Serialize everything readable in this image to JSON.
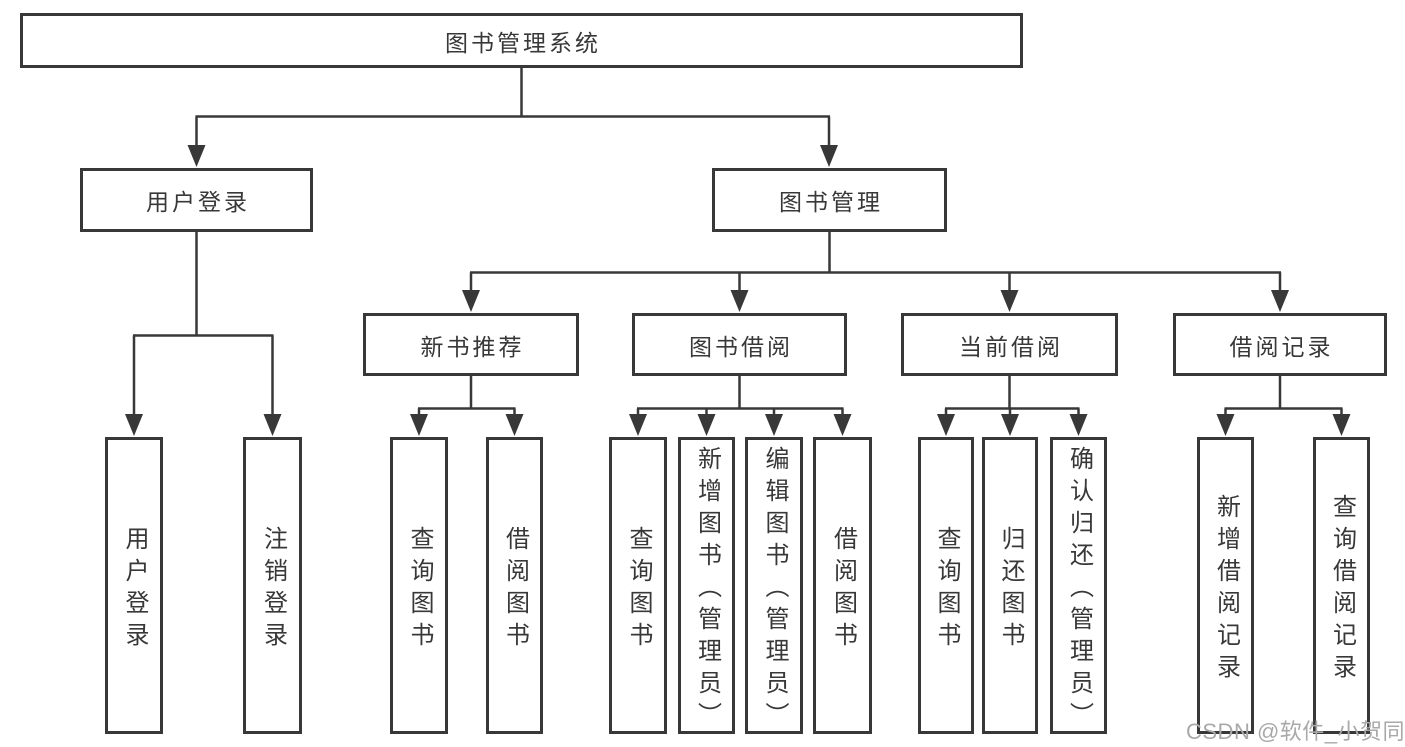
{
  "diagram": {
    "type": "tree-diagram",
    "root": {
      "label": "图书管理系统"
    },
    "level2": [
      {
        "label": "用户登录",
        "parent": "图书管理系统"
      },
      {
        "label": "图书管理",
        "parent": "图书管理系统"
      }
    ],
    "level3": [
      {
        "label": "新书推荐",
        "parent": "图书管理"
      },
      {
        "label": "图书借阅",
        "parent": "图书管理"
      },
      {
        "label": "当前借阅",
        "parent": "图书管理"
      },
      {
        "label": "借阅记录",
        "parent": "图书管理"
      }
    ],
    "leaves": [
      {
        "label": "用户登录",
        "parent": "用户登录"
      },
      {
        "label": "注销登录",
        "parent": "用户登录"
      },
      {
        "label": "查询图书",
        "parent": "新书推荐"
      },
      {
        "label": "借阅图书",
        "parent": "新书推荐"
      },
      {
        "label": "查询图书",
        "parent": "图书借阅"
      },
      {
        "label": "新增图书（管理员）",
        "parent": "图书借阅"
      },
      {
        "label": "编辑图书（管理员）",
        "parent": "图书借阅"
      },
      {
        "label": "借阅图书",
        "parent": "图书借阅"
      },
      {
        "label": "查询图书",
        "parent": "当前借阅"
      },
      {
        "label": "归还图书",
        "parent": "当前借阅"
      },
      {
        "label": "确认归还（管理员）",
        "parent": "当前借阅"
      },
      {
        "label": "新增借阅记录",
        "parent": "借阅记录"
      },
      {
        "label": "查询借阅记录",
        "parent": "借阅记录"
      }
    ]
  },
  "watermark": {
    "text": "CSDN @软件_小贺同学"
  },
  "colors": {
    "line": "#383838",
    "text": "#383838",
    "background": "#ffffff",
    "watermark": "#a9a9a9"
  }
}
